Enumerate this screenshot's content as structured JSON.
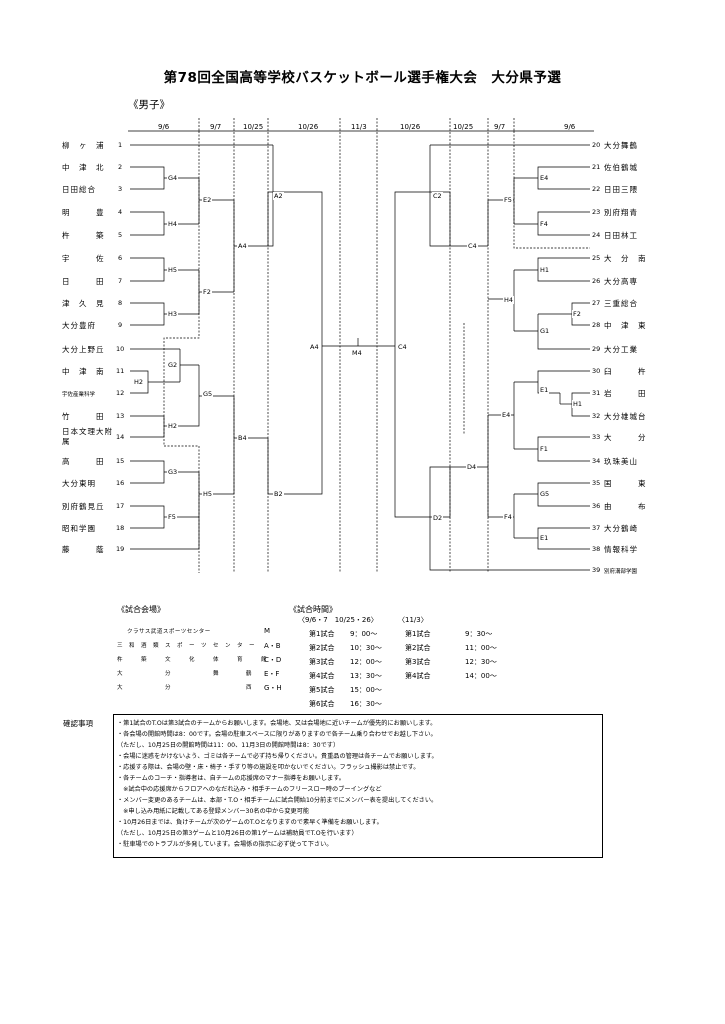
{
  "title": "第78回全国高等学校バスケットボール選手権大会　大分県予選",
  "subtitle": "《男子》",
  "dates_left": [
    "9/6",
    "9/7",
    "10/25",
    "10/26",
    "11/3"
  ],
  "dates_right": [
    "10/26",
    "10/25",
    "9/7",
    "9/6"
  ],
  "teams_left": [
    {
      "num": "1",
      "name": "柳　ヶ　浦"
    },
    {
      "num": "2",
      "name": "中　津　北"
    },
    {
      "num": "3",
      "name": "日田総合"
    },
    {
      "num": "4",
      "name": "明　　　豊"
    },
    {
      "num": "5",
      "name": "杵　　　築"
    },
    {
      "num": "6",
      "name": "宇　　　佐"
    },
    {
      "num": "7",
      "name": "日　　　田"
    },
    {
      "num": "8",
      "name": "津　久　見"
    },
    {
      "num": "9",
      "name": "大分豊府"
    },
    {
      "num": "10",
      "name": "大分上野丘"
    },
    {
      "num": "11",
      "name": "中　津　南"
    },
    {
      "num": "12",
      "name": "宇佐産業科学"
    },
    {
      "num": "13",
      "name": "竹　　　田"
    },
    {
      "num": "14",
      "name": "日本文理大附　属"
    },
    {
      "num": "15",
      "name": "高　　　田"
    },
    {
      "num": "16",
      "name": "大分東明"
    },
    {
      "num": "17",
      "name": "別府鶴見丘"
    },
    {
      "num": "18",
      "name": "昭和学園"
    },
    {
      "num": "19",
      "name": "藤　　　蔭"
    }
  ],
  "teams_right": [
    {
      "num": "20",
      "name": "大分舞鶴"
    },
    {
      "num": "21",
      "name": "佐伯鶴城"
    },
    {
      "num": "22",
      "name": "日田三隈"
    },
    {
      "num": "23",
      "name": "別府翔青"
    },
    {
      "num": "24",
      "name": "日田林工"
    },
    {
      "num": "25",
      "name": "大　分　南"
    },
    {
      "num": "26",
      "name": "大分高専"
    },
    {
      "num": "27",
      "name": "三重総合"
    },
    {
      "num": "28",
      "name": "中　津　東"
    },
    {
      "num": "29",
      "name": "大分工業"
    },
    {
      "num": "30",
      "name": "臼　　　杵"
    },
    {
      "num": "31",
      "name": "岩　　　田"
    },
    {
      "num": "32",
      "name": "大分雄城台"
    },
    {
      "num": "33",
      "name": "大　　　分"
    },
    {
      "num": "34",
      "name": "玖珠美山"
    },
    {
      "num": "35",
      "name": "国　　　東"
    },
    {
      "num": "36",
      "name": "由　　　布"
    },
    {
      "num": "37",
      "name": "大分鶴崎"
    },
    {
      "num": "38",
      "name": "情報科学"
    },
    {
      "num": "39",
      "name": "別府溝部学園"
    }
  ],
  "games": [
    "G4",
    "H4",
    "H5",
    "H3",
    "E2",
    "F2",
    "A4",
    "A2",
    "G2",
    "H2",
    "H2",
    "G5",
    "G3",
    "H5",
    "F5",
    "B4",
    "B2",
    "A4",
    "M4",
    "C4",
    "C2",
    "E4",
    "F5",
    "F4",
    "C4",
    "H1",
    "H4",
    "F2",
    "G1",
    "E1",
    "H1",
    "E4",
    "F1",
    "D4",
    "G5",
    "F4",
    "E1",
    "D2"
  ],
  "venues": {
    "title": "《試合会場》",
    "rows": [
      {
        "name": "クラサス武道スポーツセンター",
        "code": "M"
      },
      {
        "name": "三　和　酒　類　ス　ポ　ー　ツ　セ　ン　タ　ー",
        "code": "A・B"
      },
      {
        "name": "杵　　　築　　　文　　　化　　　体　　　育　　　館",
        "code": "C・D"
      },
      {
        "name": "大　　　　　　　分　　　　　　　舞",
        "code": "E・F"
      },
      {
        "name": "大　　　　　　　分",
        "code": "G・H"
      }
    ],
    "tail": [
      "鶴",
      "西"
    ]
  },
  "times": {
    "title": "《試合時間》",
    "header_a": "〈9/6・7　10/25・26〉",
    "header_b": "〈11/3〉",
    "col_a": [
      {
        "label": "第1試合",
        "time": "9：00～"
      },
      {
        "label": "第2試合",
        "time": "10：30～"
      },
      {
        "label": "第3試合",
        "time": "12：00～"
      },
      {
        "label": "第4試合",
        "time": "13：30～"
      },
      {
        "label": "第5試合",
        "time": "15：00～"
      },
      {
        "label": "第6試合",
        "time": "16：30～"
      }
    ],
    "col_b": [
      {
        "label": "第1試合",
        "time": "9：30～"
      },
      {
        "label": "第2試合",
        "time": "11：00～"
      },
      {
        "label": "第3試合",
        "time": "12：30～"
      },
      {
        "label": "第4試合",
        "time": "14：00～"
      }
    ]
  },
  "notes": {
    "label": "確認事項",
    "lines": [
      "・第1試合のT.Oは第3試合のチームからお願いします。会場地、又は会場地に近いチームが優先的にお願いします。",
      "・各会場の開館時間は8：00です。会場の駐車スペースに限りがありますので各チーム乗り合わせでお越し下さい。",
      "（ただし、10月25日の開館時間は11：00、11月3日の開館時間は8：30です）",
      "・会場に迷惑をかけないよう、ゴミは各チームで必ず持ち帰りください。貴重品の管理は各チームでお願いします。",
      "・応援する際は、会場の壁・床・椅子・手すり等の施設を叩かないでください。フラッシュ撮影は禁止です。",
      "・各チームのコーチ・指導者は、自チームの応援席のマナー指導をお願いします。",
      "　※試合中の応援席からフロアへのなだれ込み・相手チームのフリースロー時のブーイングなど",
      "・メンバー変更のあるチームは、本部・T.O・相手チームに試合開始10分前までにメンバー表を提出してください。",
      "　※申し込み用紙に記載してある登録メンバー30名の中から変更可能",
      "・10月26日までは、負けチームが次のゲームのT.Oとなりますので素早く準備をお願いします。",
      "（ただし、10月25日の第3ゲームと10月26日の第1ゲームは補助員でT.Oを行います）",
      "・駐車場でのトラブルが多発しています。会場係の指示に必ず従って下さい。"
    ]
  }
}
